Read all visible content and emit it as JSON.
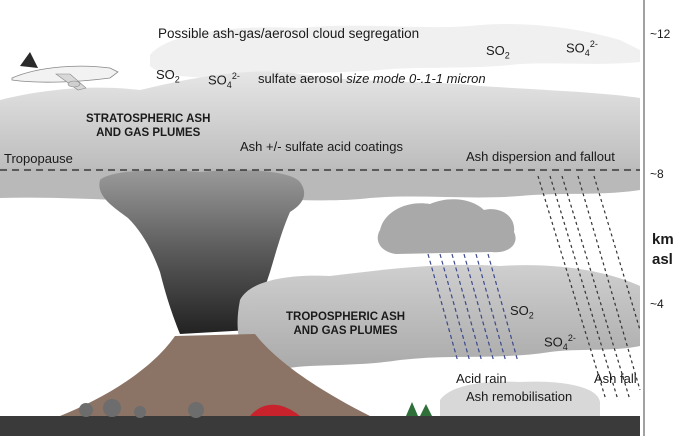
{
  "labels": {
    "segregation": "Possible ash-gas/aerosol cloud segregation",
    "so2": "SO",
    "so2_sub": "2",
    "so4": "SO",
    "so4_sub": "4",
    "so4_sup": "2-",
    "sulfate_prefix": "sulfate aerosol",
    "sulfate_italic": "size mode 0-.1-1 micron",
    "strat_line1": "STRATOSPHERIC ASH",
    "strat_line2": "AND GAS PLUMES",
    "tropopause": "Tropopause",
    "coatings": "Ash +/- sulfate acid coatings",
    "dispersion": "Ash dispersion and fallout",
    "trop_line1": "TROPOSPHERIC ASH",
    "trop_line2": "AND GAS PLUMES",
    "acid_rain": "Acid rain",
    "ash_fall": "Ash fall",
    "remobilisation": "Ash remobilisation"
  },
  "axis": {
    "tick_12": "~12",
    "tick_8": "~8",
    "tick_4": "~4",
    "unit_line1": "km",
    "unit_line2": "asl"
  },
  "colors": {
    "plume_dark": "#3a3a3a",
    "plume_light": "#c8c8c8",
    "volcano": "#8b7365",
    "lava": "#c8232c",
    "rain": "#3d4a8c"
  }
}
